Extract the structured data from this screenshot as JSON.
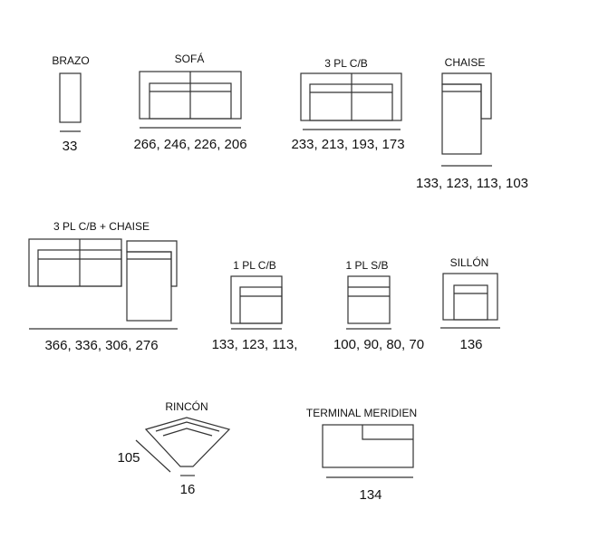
{
  "modules": [
    {
      "id": "brazo",
      "label": "BRAZO",
      "dims": "33"
    },
    {
      "id": "sofa",
      "label": "SOFÁ",
      "dims": "266, 246, 226, 206"
    },
    {
      "id": "tres-pl-cb",
      "label": "3 PL C/B",
      "dims": "233, 213, 193, 173"
    },
    {
      "id": "chaise",
      "label": "CHAISE",
      "dims": "133, 123, 113, 103"
    },
    {
      "id": "tres-pl-cb-chaise",
      "label": "3 PL C/B + CHAISE",
      "dims": "366, 336, 306, 276"
    },
    {
      "id": "uno-pl-cb",
      "label": "1 PL C/B",
      "dims": "133, 123, 113,"
    },
    {
      "id": "uno-pl-sb",
      "label": "1 PL S/B",
      "dims": "100, 90, 80, 70"
    },
    {
      "id": "sillon",
      "label": "SILLÓN",
      "dims": "136"
    },
    {
      "id": "rincon",
      "label": "RINCÓN",
      "dims": "16",
      "side_dim": "105"
    },
    {
      "id": "terminal-meridien",
      "label": "TERMINAL MERIDIEN",
      "dims": "134"
    }
  ]
}
